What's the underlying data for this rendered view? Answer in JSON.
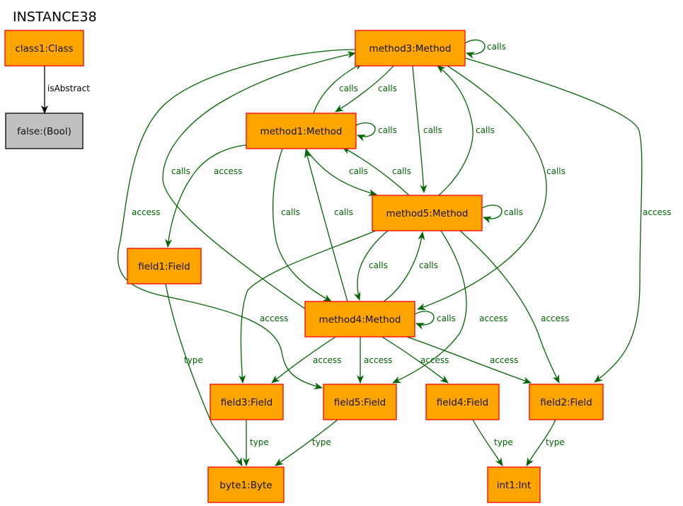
{
  "title": "INSTANCE38",
  "colors": {
    "node_fill": "#ffa500",
    "node_stroke": "#ff0000",
    "value_fill": "#c0c0c0",
    "value_stroke": "#000000",
    "edge_green": "#006400",
    "edge_black": "#000000"
  },
  "nodes": [
    {
      "id": "class1",
      "label": "class1:Class",
      "kind": "object"
    },
    {
      "id": "false",
      "label": "false:(Bool)",
      "kind": "value"
    },
    {
      "id": "method3",
      "label": "method3:Method",
      "kind": "object"
    },
    {
      "id": "method1",
      "label": "method1:Method",
      "kind": "object"
    },
    {
      "id": "method5",
      "label": "method5:Method",
      "kind": "object"
    },
    {
      "id": "field1",
      "label": "field1:Field",
      "kind": "object"
    },
    {
      "id": "method4",
      "label": "method4:Method",
      "kind": "object"
    },
    {
      "id": "field3",
      "label": "field3:Field",
      "kind": "object"
    },
    {
      "id": "field5",
      "label": "field5:Field",
      "kind": "object"
    },
    {
      "id": "field4",
      "label": "field4:Field",
      "kind": "object"
    },
    {
      "id": "field2",
      "label": "field2:Field",
      "kind": "object"
    },
    {
      "id": "byte1",
      "label": "byte1:Byte",
      "kind": "object"
    },
    {
      "id": "int1",
      "label": "int1:Int",
      "kind": "object"
    }
  ],
  "edges": [
    {
      "id": "e-class1-false",
      "from": "class1",
      "to": "false",
      "label": "isAbstract"
    },
    {
      "id": "e-m3-m3",
      "from": "method3",
      "to": "method3",
      "label": "calls"
    },
    {
      "id": "e-m3-m1",
      "from": "method3",
      "to": "method1",
      "label": "calls"
    },
    {
      "id": "e-m1-m3",
      "from": "method1",
      "to": "method3",
      "label": "calls"
    },
    {
      "id": "e-m1-m1",
      "from": "method1",
      "to": "method1",
      "label": "calls"
    },
    {
      "id": "e-m3-m5",
      "from": "method3",
      "to": "method5",
      "label": "calls"
    },
    {
      "id": "e-m5-m3",
      "from": "method5",
      "to": "method3",
      "label": "calls"
    },
    {
      "id": "e-m3-m4",
      "from": "method3",
      "to": "method4",
      "label": "calls"
    },
    {
      "id": "e-m4-m3",
      "from": "method4",
      "to": "method3",
      "label": "calls"
    },
    {
      "id": "e-m3-field2",
      "from": "method3",
      "to": "field2",
      "label": "access"
    },
    {
      "id": "e-m3-field5",
      "from": "method3",
      "to": "field5",
      "label": "access"
    },
    {
      "id": "e-m1-field1",
      "from": "method1",
      "to": "field1",
      "label": "access"
    },
    {
      "id": "e-m1-m5",
      "from": "method1",
      "to": "method5",
      "label": "calls"
    },
    {
      "id": "e-m5-m1",
      "from": "method5",
      "to": "method1",
      "label": "calls"
    },
    {
      "id": "e-m1-m4",
      "from": "method1",
      "to": "method4",
      "label": "calls"
    },
    {
      "id": "e-m4-m1",
      "from": "method4",
      "to": "method1",
      "label": "calls"
    },
    {
      "id": "e-m5-m5",
      "from": "method5",
      "to": "method5",
      "label": "calls"
    },
    {
      "id": "e-m5-m4",
      "from": "method5",
      "to": "method4",
      "label": "calls"
    },
    {
      "id": "e-m4-m5",
      "from": "method4",
      "to": "method5",
      "label": "calls"
    },
    {
      "id": "e-m5-field3",
      "from": "method5",
      "to": "field3",
      "label": "access"
    },
    {
      "id": "e-m5-field5",
      "from": "method5",
      "to": "field5",
      "label": "access"
    },
    {
      "id": "e-m5-field2",
      "from": "method5",
      "to": "field2",
      "label": "access"
    },
    {
      "id": "e-m4-m4",
      "from": "method4",
      "to": "method4",
      "label": "calls"
    },
    {
      "id": "e-m4-field3",
      "from": "method4",
      "to": "field3",
      "label": "access"
    },
    {
      "id": "e-m4-field5",
      "from": "method4",
      "to": "field5",
      "label": "access"
    },
    {
      "id": "e-m4-field4",
      "from": "method4",
      "to": "field4",
      "label": "access"
    },
    {
      "id": "e-m4-field2",
      "from": "method4",
      "to": "field2",
      "label": "access"
    },
    {
      "id": "e-field1-byte1",
      "from": "field1",
      "to": "byte1",
      "label": "type"
    },
    {
      "id": "e-field3-byte1",
      "from": "field3",
      "to": "byte1",
      "label": "type"
    },
    {
      "id": "e-field5-byte1",
      "from": "field5",
      "to": "byte1",
      "label": "type"
    },
    {
      "id": "e-field4-int1",
      "from": "field4",
      "to": "int1",
      "label": "type"
    },
    {
      "id": "e-field2-int1",
      "from": "field2",
      "to": "int1",
      "label": "type"
    }
  ]
}
